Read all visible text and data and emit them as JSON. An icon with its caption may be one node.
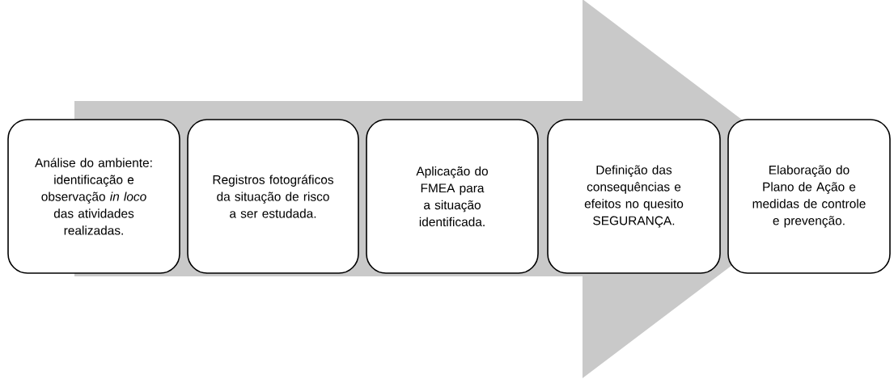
{
  "diagram": {
    "nodes": [
      {
        "text": [
          "Análise do ambiente: identificação e observação *in loco* das atividades realizadas."
        ]
      },
      {
        "text": [
          "Registros fotográficos da situação de risco a ser estudada."
        ]
      },
      {
        "text": [
          "Aplicação do FMEA para a situação identificada."
        ]
      },
      {
        "text": [
          "Definição das consequências e efeitos no quesito SEGURANÇA."
        ]
      },
      {
        "text": [
          "Elaboração do Plano de Ação e medidas de controle e prevenção."
        ]
      }
    ],
    "edges": [
      {
        "from": 0,
        "to": 4,
        "arrow": "to"
      }
    ]
  }
}
